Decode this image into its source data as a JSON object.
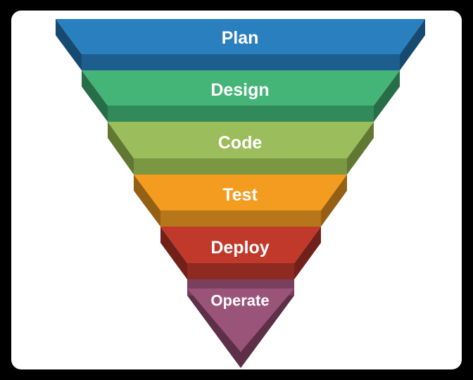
{
  "stages": [
    {
      "label": "Plan",
      "colors": {
        "front": "#2a7fbf",
        "band": "#1e5e8e",
        "side": "#174a70"
      }
    },
    {
      "label": "Design",
      "colors": {
        "front": "#45b577",
        "band": "#318a5a",
        "side": "#276d48"
      }
    },
    {
      "label": "Code",
      "colors": {
        "front": "#9cbd5b",
        "band": "#7b9741",
        "side": "#617833"
      }
    },
    {
      "label": "Test",
      "colors": {
        "front": "#f39c1f",
        "band": "#b8761a",
        "side": "#946014"
      }
    },
    {
      "label": "Deploy",
      "colors": {
        "front": "#c0392b",
        "band": "#8f2a20",
        "side": "#72211a"
      }
    },
    {
      "label": "Operate",
      "colors": {
        "front": "#9b5479",
        "band": "#7a3e5e",
        "side": "#5d2f48"
      }
    }
  ]
}
